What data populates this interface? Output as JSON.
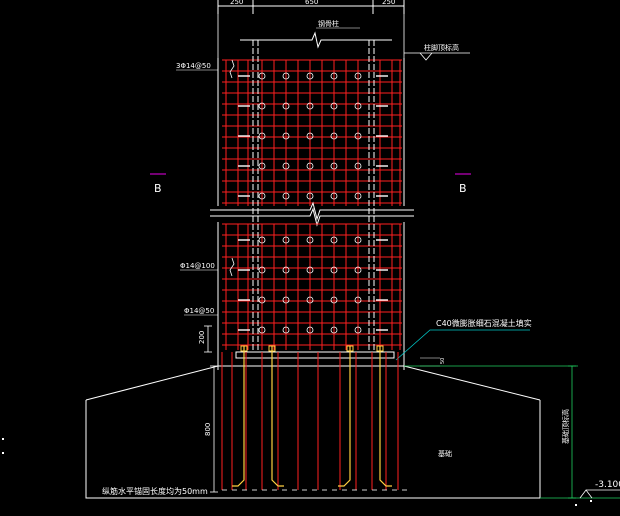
{
  "drawing": {
    "dim_top_left": "250",
    "dim_top_mid": "650",
    "dim_top_right": "250",
    "label_column_top": "钢骨柱",
    "label_elevation_top": "柱脚顶标高",
    "label_stirrup_top": "3Φ14@50",
    "section_mark_left": "B",
    "section_mark_right": "B",
    "label_stirrup_mid": "Φ14@100",
    "label_stirrup_low": "Φ14@50",
    "label_grout": "C40微膨胀细石混凝土填实",
    "dim_200": "200",
    "dim_800": "800",
    "label_foundation": "基础",
    "label_elevation_right": "基础顶标高",
    "label_elevation_value": "-3.100",
    "label_bottom_note": "纵筋水平锚固长度均为50mm",
    "dim_grout": "50"
  },
  "colors": {
    "rebar": "#ff2020",
    "column": "#ffffff",
    "bolt": "#ffd040",
    "dim": "#ffffff",
    "leader_green": "#20d060",
    "leader_cyan": "#00c8c8",
    "section": "#c000c0",
    "foundation": "#ffffff"
  }
}
